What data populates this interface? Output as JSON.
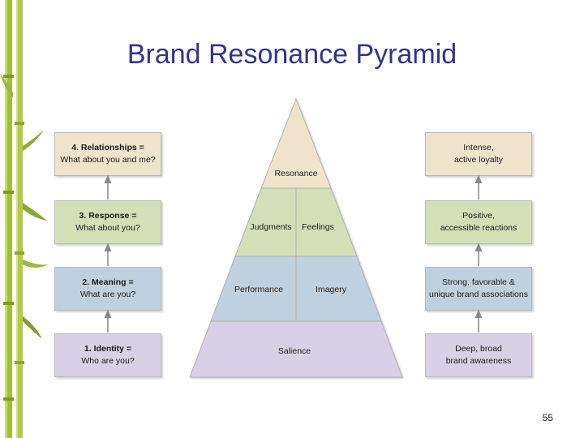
{
  "title": "Brand Resonance Pyramid",
  "page_number": "55",
  "colors": {
    "title": "#34348a",
    "level4": "#efe4cb",
    "level3": "#d4dfb7",
    "level2": "#bfd1de",
    "level1": "#d8d0e6"
  },
  "left_boxes": [
    {
      "line1": "4. Relationships =",
      "line2": "What about you and me?"
    },
    {
      "line1": "3. Response =",
      "line2": "What about you?"
    },
    {
      "line1": "2. Meaning =",
      "line2": "What are you?"
    },
    {
      "line1": "1. Identity =",
      "line2": "Who are you?"
    }
  ],
  "right_boxes": [
    {
      "line1": "Intense,",
      "line2": "active loyalty"
    },
    {
      "line1": "Positive,",
      "line2": "accessible reactions"
    },
    {
      "line1": "Strong, favorable &",
      "line2": "unique brand associations"
    },
    {
      "line1": "Deep, broad",
      "line2": "brand awareness"
    }
  ],
  "pyramid": {
    "top": "Resonance",
    "judgments": "Judgments",
    "feelings": "Feelings",
    "performance": "Performance",
    "imagery": "Imagery",
    "base": "Salience"
  }
}
